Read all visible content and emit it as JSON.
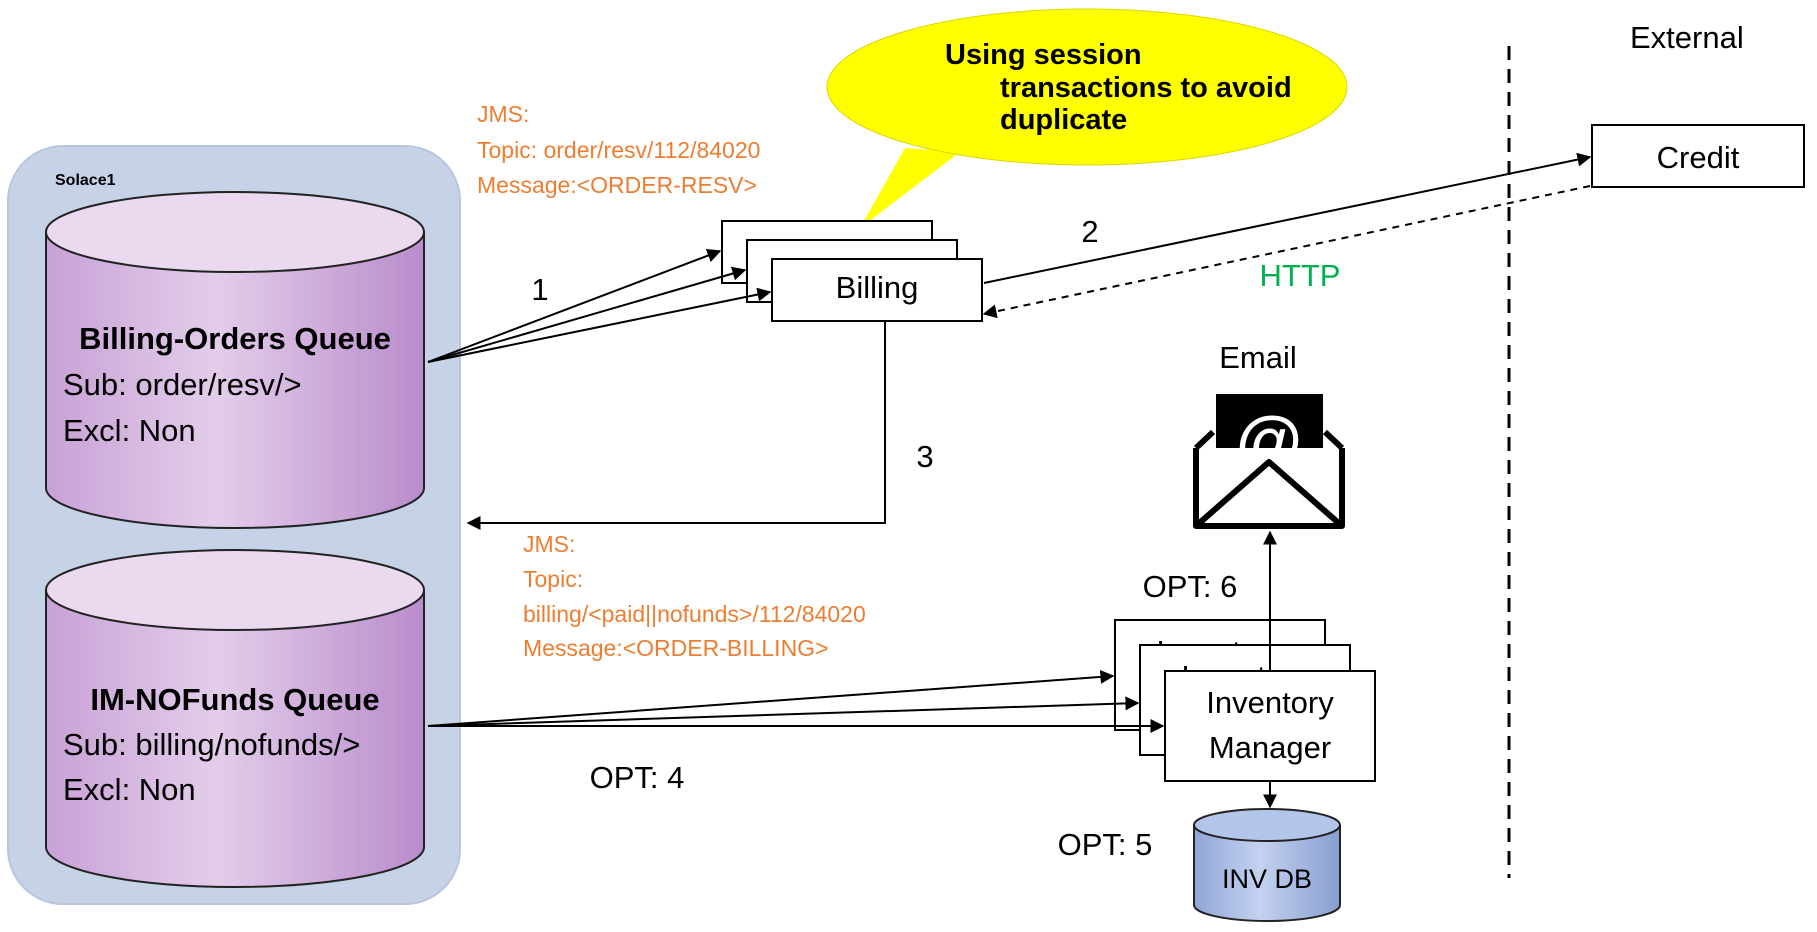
{
  "broker": {
    "label": "Solace1",
    "queues": [
      {
        "title": "Billing-Orders Queue",
        "sub": "Sub: order/resv/>",
        "excl": "Excl: Non"
      },
      {
        "title": "IM-NOFunds Queue",
        "sub": "Sub: billing/nofunds/>",
        "excl": "Excl: Non"
      }
    ]
  },
  "callout": {
    "lines": [
      "Using session",
      "transactions  to avoid",
      "duplicate"
    ]
  },
  "jms_in": {
    "lines": [
      "JMS:",
      "Topic: order/resv/112/84020",
      "Message:<ORDER-RESV>"
    ]
  },
  "jms_out": {
    "lines": [
      "JMS:",
      "Topic:",
      "billing/<paid||nofunds>/112/84020",
      "Message:<ORDER-BILLING>"
    ]
  },
  "services": {
    "billing": "Billing",
    "credit": "Credit",
    "inventory": [
      "Inventory",
      "Manager"
    ],
    "inventory_shadow": "Inventory",
    "email": "Email",
    "email_symbol": "@",
    "db": "INV DB"
  },
  "steps": {
    "s1": "1",
    "s2": "2",
    "s3": "3",
    "opt4": "OPT: 4",
    "opt5": "OPT: 5",
    "opt6": "OPT: 6",
    "http": "HTTP",
    "external": "External"
  },
  "icons": {
    "email": "envelope-at-icon",
    "queue": "database-cylinder-icon"
  },
  "colors": {
    "broker_bg": "#c6d2e6",
    "queue_fill": "#d4b3de",
    "callout_fill": "#ffff00",
    "jms_text": "#ed7d31",
    "http_text": "#00b050",
    "db_fill": "#a9bde3",
    "line": "#000000"
  }
}
